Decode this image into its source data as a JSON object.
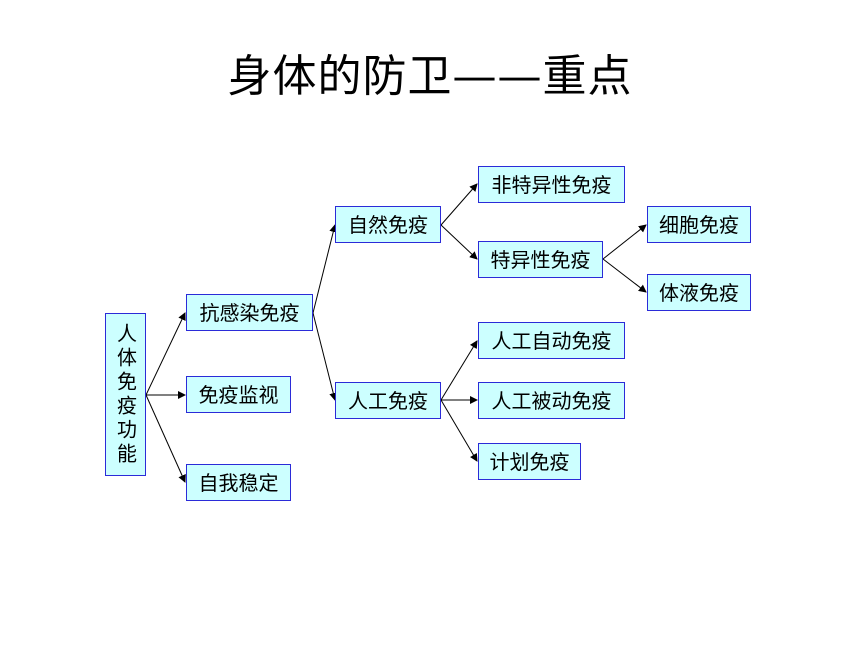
{
  "title": "身体的防卫——重点",
  "colors": {
    "box_fill": "#ccffff",
    "box_border": "#2b2bd8",
    "line": "#000000"
  },
  "nodes": {
    "root": "人体免疫功能",
    "anti_infection": "抗感染免疫",
    "immune_surveillance": "免疫监视",
    "self_stability": "自我稳定",
    "natural_immunity": "自然免疫",
    "artificial_immunity": "人工免疫",
    "nonspecific_immunity": "非特异性免疫",
    "specific_immunity": "特异性免疫",
    "cellular_immunity": "细胞免疫",
    "humoral_immunity": "体液免疫",
    "active_artificial": "人工自动免疫",
    "passive_artificial": "人工被动免疫",
    "planned_immunity": "计划免疫"
  }
}
